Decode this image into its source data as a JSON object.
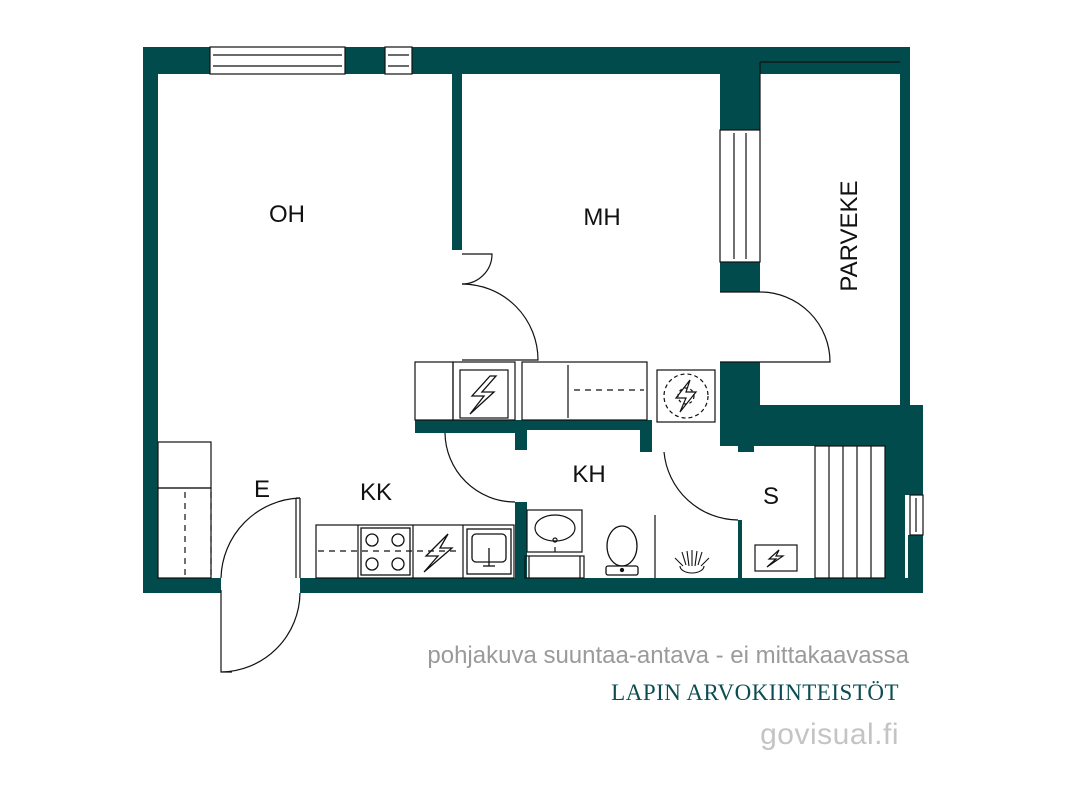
{
  "colors": {
    "wall": "#024b4d",
    "line": "#111111",
    "background": "#ffffff",
    "caption_gray": "#9a9a9a",
    "company": "#0b4d52",
    "site_gray": "#c4c4c4"
  },
  "rooms": {
    "oh": "OH",
    "mh": "MH",
    "parveke": "PARVEKE",
    "kk": "KK",
    "kh": "KH",
    "e": "E",
    "s": "S"
  },
  "icons": [
    "electric-hob-icon",
    "washing-machine-icon",
    "sink-icon",
    "toilet-icon",
    "shower-icon",
    "sauna-heater-icon",
    "sauna-bench-icon"
  ],
  "captions": {
    "disclaimer": "pohjakuva suuntaa-antava - ei mittakaavassa",
    "company": "LAPIN ARVOKIINTEISTÖT",
    "website": "govisual.fi"
  }
}
